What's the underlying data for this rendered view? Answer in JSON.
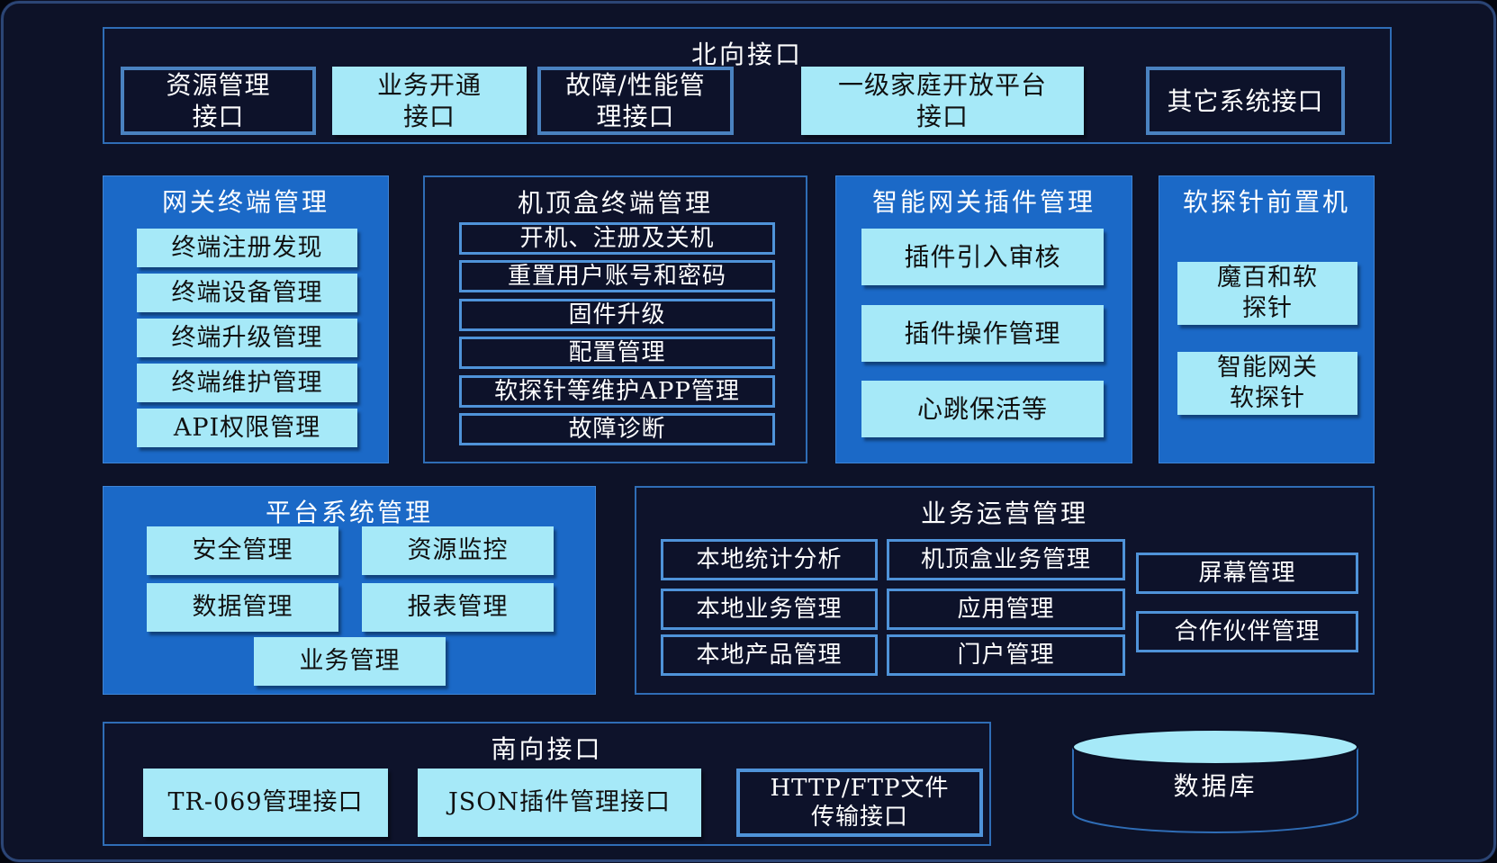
{
  "colors": {
    "background": "#0d1228",
    "frame_border": "#2b4575",
    "panel_blue": "#1b69c7",
    "panel_border": "#2f6db6",
    "box_cyan": "#a6e9f8",
    "box_border": "#4f93d9",
    "text_light": "#ffffff",
    "text_dark": "#101010"
  },
  "north_interface": {
    "title": "北向接口",
    "boxes": [
      {
        "label": "资源管理接口",
        "variant": "outlined"
      },
      {
        "label": "业务开通接口",
        "variant": "cyan"
      },
      {
        "label": "故障/性能管理接口",
        "variant": "outlined"
      },
      {
        "label": "一级家庭开放平台接口",
        "variant": "cyan"
      },
      {
        "label": "其它系统接口",
        "variant": "outlined"
      }
    ]
  },
  "gateway_terminal": {
    "title": "网关终端管理",
    "items": [
      "终端注册发现",
      "终端设备管理",
      "终端升级管理",
      "终端维护管理",
      "API权限管理"
    ]
  },
  "stb_terminal": {
    "title": "机顶盒终端管理",
    "items": [
      "开机、注册及关机",
      "重置用户账号和密码",
      "固件升级",
      "配置管理",
      "软探针等维护APP管理",
      "故障诊断"
    ]
  },
  "plugin_mgmt": {
    "title": "智能网关插件管理",
    "items": [
      "插件引入审核",
      "插件操作管理",
      "心跳保活等"
    ]
  },
  "soft_probe": {
    "title": "软探针前置机",
    "items": [
      "魔百和软探针",
      "智能网关软探针"
    ]
  },
  "platform_system": {
    "title": "平台系统管理",
    "items": [
      "安全管理",
      "资源监控",
      "数据管理",
      "报表管理",
      "业务管理"
    ]
  },
  "business_operation": {
    "title": "业务运营管理",
    "col1": [
      "本地统计分析",
      "本地业务管理",
      "本地产品管理"
    ],
    "col2": [
      "机顶盒业务管理",
      "应用管理",
      "门户管理"
    ],
    "col3": [
      "屏幕管理",
      "合作伙伴管理"
    ]
  },
  "south_interface": {
    "title": "南向接口",
    "boxes": [
      {
        "label": "TR-069管理接口",
        "variant": "cyan"
      },
      {
        "label": "JSON插件管理接口",
        "variant": "cyan"
      },
      {
        "label": "HTTP/FTP文件传输接口",
        "variant": "outlined"
      }
    ]
  },
  "database": {
    "label": "数据库"
  }
}
